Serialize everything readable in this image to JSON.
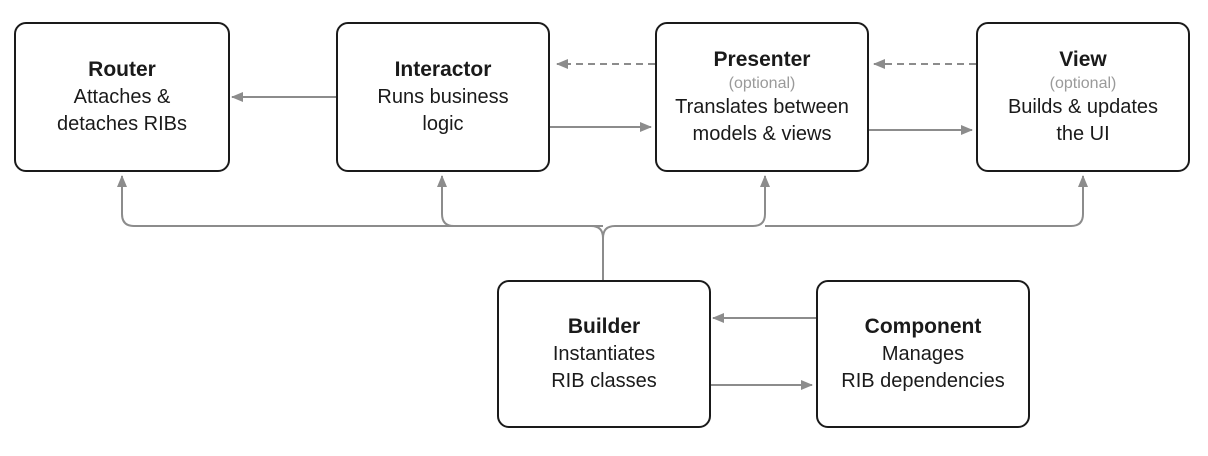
{
  "colors": {
    "box_border": "#1a1a1a",
    "arrow": "#8c8c8c",
    "optional_text": "#9a9a9a",
    "background": "#ffffff"
  },
  "nodes": {
    "router": {
      "title": "Router",
      "desc_line1": "Attaches &",
      "desc_line2": "detaches RIBs"
    },
    "interactor": {
      "title": "Interactor",
      "desc_line1": "Runs business",
      "desc_line2": "logic"
    },
    "presenter": {
      "title": "Presenter",
      "optional": "(optional)",
      "desc_line1": "Translates between",
      "desc_line2": "models & views"
    },
    "view": {
      "title": "View",
      "optional": "(optional)",
      "desc_line1": "Builds & updates",
      "desc_line2": "the UI"
    },
    "builder": {
      "title": "Builder",
      "desc_line1": "Instantiates",
      "desc_line2": "RIB classes"
    },
    "component": {
      "title": "Component",
      "desc_line1": "Manages",
      "desc_line2": "RIB dependencies"
    }
  },
  "edges": [
    {
      "from": "interactor",
      "to": "router",
      "style": "solid"
    },
    {
      "from": "interactor",
      "to": "presenter",
      "style": "solid"
    },
    {
      "from": "presenter",
      "to": "interactor",
      "style": "dashed"
    },
    {
      "from": "presenter",
      "to": "view",
      "style": "solid"
    },
    {
      "from": "view",
      "to": "presenter",
      "style": "dashed"
    },
    {
      "from": "builder",
      "to": "router",
      "style": "solid"
    },
    {
      "from": "builder",
      "to": "interactor",
      "style": "solid"
    },
    {
      "from": "builder",
      "to": "presenter",
      "style": "solid"
    },
    {
      "from": "builder",
      "to": "view",
      "style": "solid"
    },
    {
      "from": "component",
      "to": "builder",
      "style": "solid"
    },
    {
      "from": "builder",
      "to": "component",
      "style": "solid"
    }
  ]
}
